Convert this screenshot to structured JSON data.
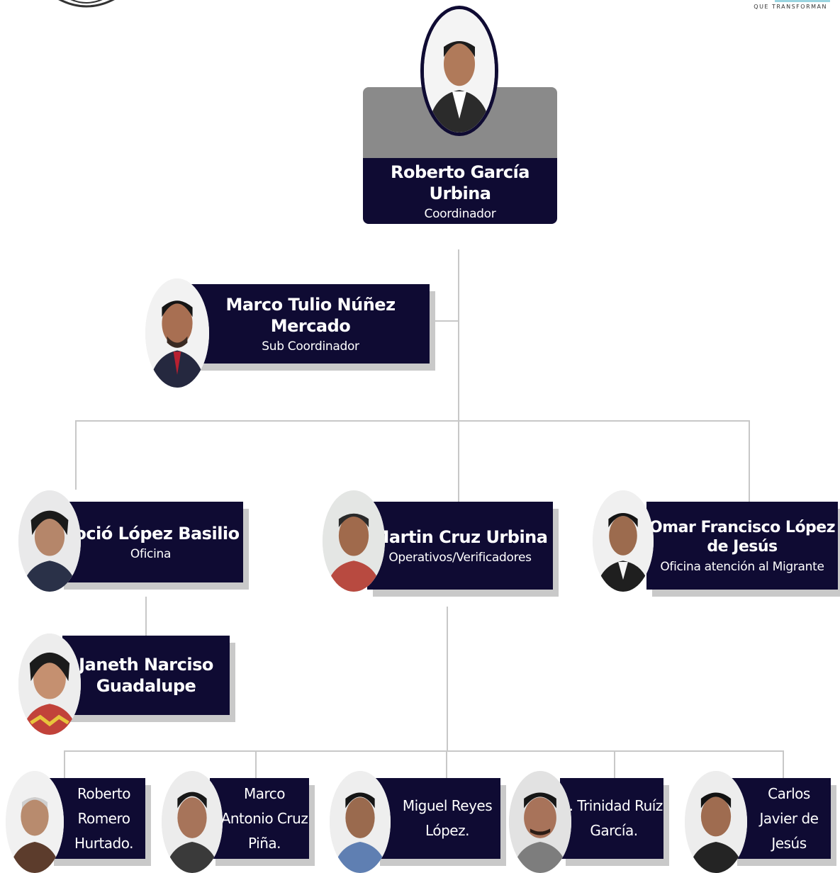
{
  "header": {
    "left_logo_icon": "emblem-logo",
    "right_logo_icon": "brand-logo",
    "right_logo_tagline": "QUE TRANSFORMAN"
  },
  "coordinator": {
    "name": "Roberto García Urbina",
    "role": "Coordinador"
  },
  "subcoordinator": {
    "name": "Marco Tulio Núñez Mercado",
    "role": "Sub Coordinador"
  },
  "heads": [
    {
      "name": "Roció López Basilio",
      "role": "Oficina"
    },
    {
      "name": "Martin Cruz Urbina",
      "role": "Operativos/Verificadores"
    },
    {
      "name": "Omar Francisco López de Jesús",
      "role": "Oficina atención al Migrante"
    }
  ],
  "office_staff": {
    "name": "Janeth Narciso Guadalupe"
  },
  "operatives": [
    {
      "name": "Roberto Romero Hurtado."
    },
    {
      "name": "Marco Antonio Cruz Piña."
    },
    {
      "name": "Miguel Reyes López."
    },
    {
      "name": "J. Trinidad Ruíz García."
    },
    {
      "name": "Carlos Javier de Jesús"
    }
  ],
  "colors": {
    "box": "#0f0b33",
    "shadow": "#c9c9c9",
    "connector": "#c8c8c8",
    "photo_header": "#8a8a8a",
    "brand_bar": "#9ad5e0"
  }
}
